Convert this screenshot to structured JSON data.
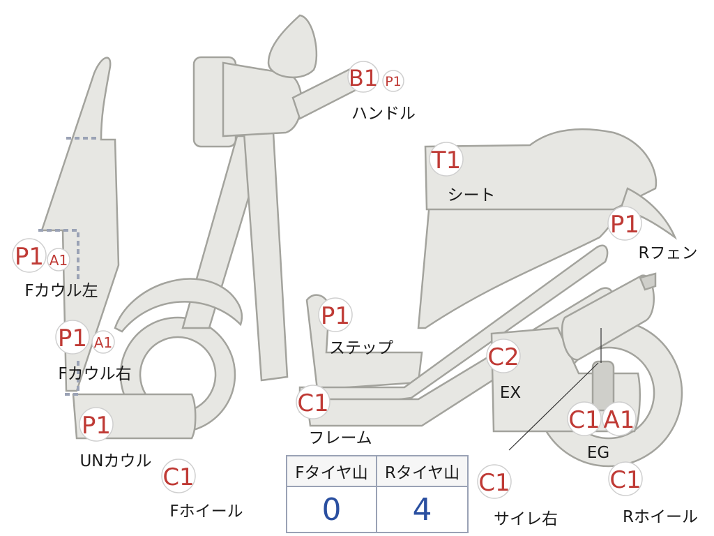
{
  "parts": {
    "handle": {
      "label": "ハンドル",
      "codes": [
        "B1",
        "P1"
      ]
    },
    "seat": {
      "label": "シート",
      "codes": [
        "T1"
      ]
    },
    "r_fender": {
      "label": "Rフェン",
      "codes": [
        "P1"
      ]
    },
    "f_cowl_left": {
      "label": "Fカウル左",
      "codes": [
        "P1",
        "A1"
      ]
    },
    "f_cowl_right": {
      "label": "Fカウル右",
      "codes": [
        "P1",
        "A1"
      ]
    },
    "step": {
      "label": "ステップ",
      "codes": [
        "P1"
      ]
    },
    "exhaust": {
      "label": "EX",
      "codes": [
        "C2"
      ]
    },
    "frame": {
      "label": "フレーム",
      "codes": [
        "C1"
      ]
    },
    "un_cowl": {
      "label": "UNカウル",
      "codes": [
        "P1"
      ]
    },
    "engine": {
      "label": "EG",
      "codes": [
        "C1",
        "A1"
      ]
    },
    "f_wheel": {
      "label": "Fホイール",
      "codes": [
        "C1"
      ]
    },
    "silencer_r": {
      "label": "サイレ右",
      "codes": [
        "C1"
      ]
    },
    "r_wheel": {
      "label": "Rホイール",
      "codes": [
        "C1"
      ]
    }
  },
  "tire_table": {
    "headers": [
      "Fタイヤ山",
      "Rタイヤ山"
    ],
    "values": [
      "0",
      "4"
    ]
  },
  "colors": {
    "code_text": "#bf3a35",
    "tread_value": "#2a4fa0",
    "part_fill": "#e7e7e3",
    "part_outline": "#a3a39d",
    "dotted_line": "#9aa2b5"
  }
}
